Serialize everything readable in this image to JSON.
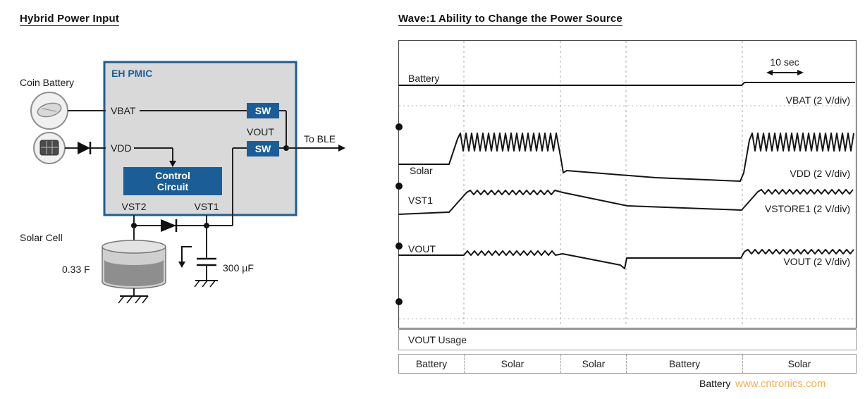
{
  "left": {
    "title": "Hybrid Power Input",
    "coin_battery_label": "Coin Battery",
    "solar_cell_label": "Solar Cell",
    "pmic": {
      "name": "EH PMIC",
      "vbat": "VBAT",
      "vdd": "VDD",
      "control_line1": "Control",
      "control_line2": "Circuit",
      "sw1": "SW",
      "sw2": "SW",
      "vout": "VOUT",
      "vst2": "VST2",
      "vst1": "VST1"
    },
    "to_ble": "To BLE",
    "supercap_value": "0.33 F",
    "cap_value": "300 µF"
  },
  "scope": {
    "title": "Wave:1 Ability to Change the Power Source",
    "timebase": "10 sec",
    "traces": [
      {
        "label": "Battery",
        "scale": "VBAT  (2 V/div)"
      },
      {
        "label": "Solar",
        "scale": "VDD  (2 V/div)"
      },
      {
        "label": "VST1",
        "scale": "VSTORE1  (2 V/div)"
      },
      {
        "label": "VOUT",
        "scale": "VOUT  (2 V/div)"
      }
    ],
    "usage_label": "VOUT Usage",
    "segments": [
      "Battery",
      "Solar",
      "Solar",
      "Battery",
      "Solar"
    ],
    "caption": "Battery"
  },
  "watermark": "www.cntronics.com",
  "colors": {
    "accent_blue": "#1b5e97",
    "watermark_orange": "#f3a638"
  }
}
